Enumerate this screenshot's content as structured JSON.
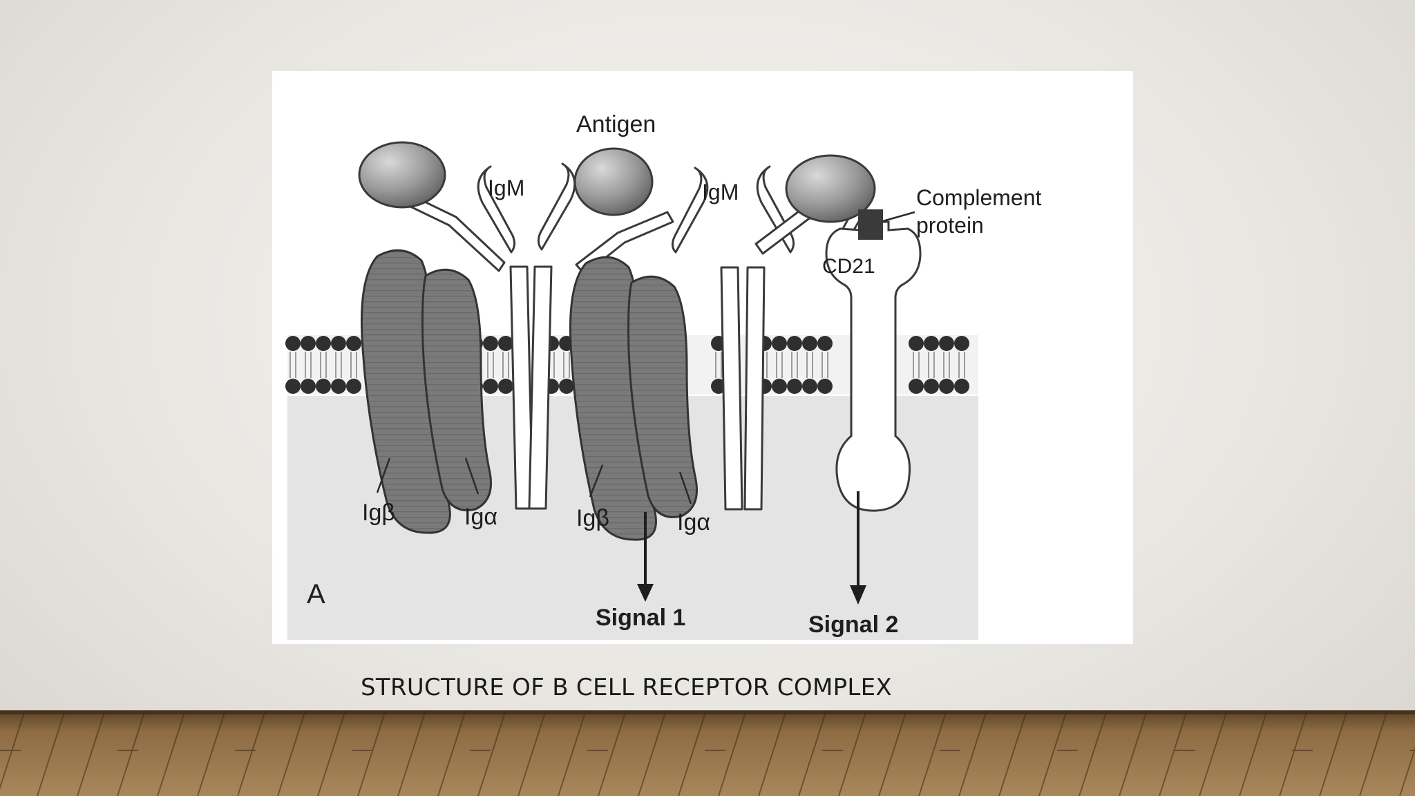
{
  "slide": {
    "caption": "STRUCTURE OF B CELL RECEPTOR COMPLEX"
  },
  "figure": {
    "panel_letter": "A",
    "labels": {
      "antigen": "Antigen",
      "igm_left": "IgM",
      "igm_right": "IgM",
      "complement": "Complement",
      "protein": "protein",
      "cd21": "CD21",
      "igb_1": "Igβ",
      "iga_1": "Igα",
      "igb_2": "Igβ",
      "iga_2": "Igα",
      "signal_1": "Signal 1",
      "signal_2": "Signal 2"
    },
    "colors": {
      "antigen": "#8e8e8e",
      "ig_alpha_beta": "#767676",
      "complement_protein": "#3a3a3a",
      "membrane_head": "#2f2f2f",
      "background": "#e3e3e3"
    }
  }
}
